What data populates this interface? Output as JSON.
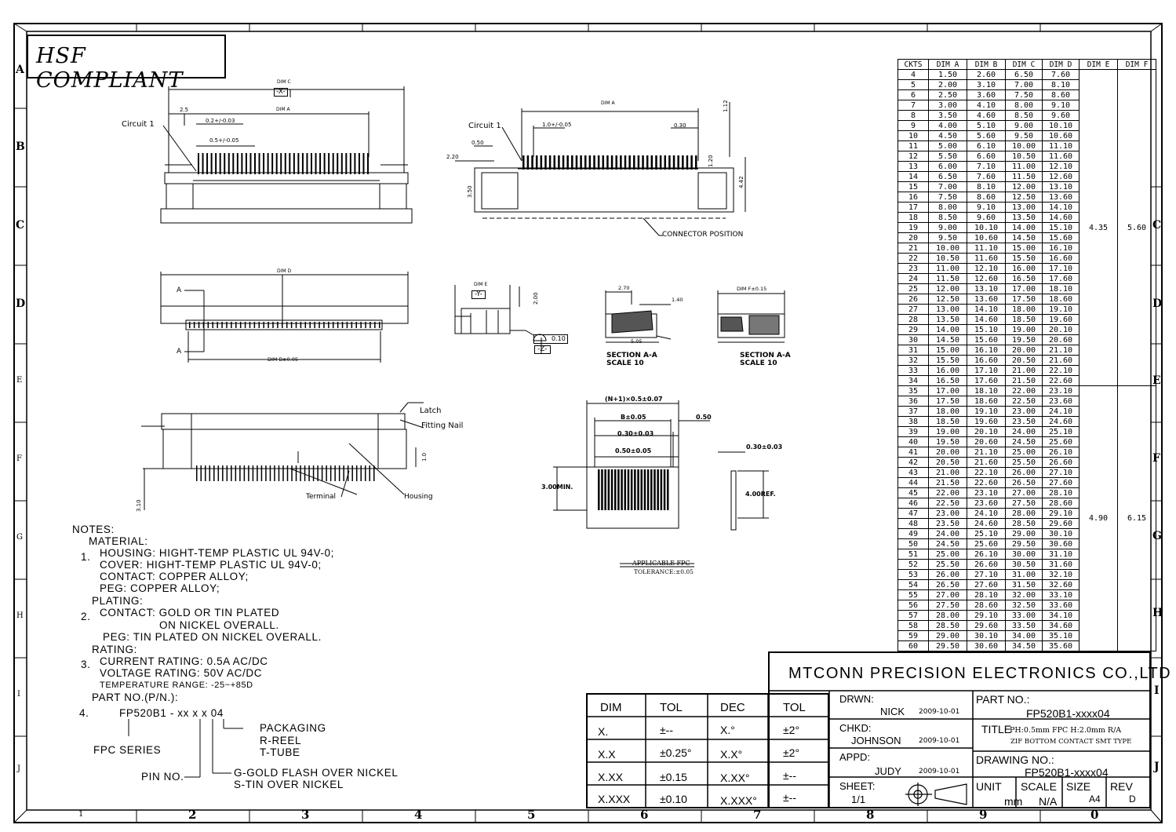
{
  "border": {
    "row_letters_left": [
      "A",
      "B",
      "C",
      "D",
      "E",
      "F",
      "G",
      "H",
      "I",
      "J"
    ],
    "row_letters_right": [
      "C",
      "D",
      "E",
      "F",
      "G",
      "H",
      "I",
      "J"
    ],
    "col_numbers_bottom": [
      "1",
      "2",
      "3",
      "4",
      "5",
      "6",
      "7",
      "8",
      "9",
      "0"
    ]
  },
  "hsf": {
    "label": "HSF COMPLIANT"
  },
  "views": {
    "front": {
      "dim_c": "DIM C",
      "x_ref": "-X-",
      "dim_a": "DIM A",
      "d25": "2.5",
      "circuit": "Circuit 1",
      "pitch_tol": "0.2+/-0.03",
      "pitch": "0.5+/-0.05"
    },
    "side": {
      "dim_a": "DIM A",
      "circuit": "Circuit 1",
      "tol1": "1.0+/-0.05",
      "d050": "0.50",
      "d030": "0.30",
      "d220": "2.20",
      "d112": "1.12",
      "d120": "1.20",
      "d350": "3.50",
      "d442": "4.42",
      "connector_position": "CONNECTOR POSITION"
    },
    "top": {
      "dim_d": "DIM D",
      "a1": "A",
      "a2": "A",
      "dim_b": "DIM B±0.05"
    },
    "small": {
      "dim_e": "DIM E",
      "y_ref": "-Y-",
      "d200": "2.00",
      "flat": "0.10",
      "z_ref": "-Z-"
    },
    "sectionA": {
      "d270": "2.70",
      "d140": "1.40",
      "d505": "5.05",
      "title": "SECTION A-A",
      "scale": "SCALE  10"
    },
    "sectionB": {
      "dimf": "DIM F±0.15",
      "title": "SECTION A-A",
      "scale": "SCALE  10"
    },
    "bottom": {
      "latch": "Latch",
      "fitting": "Fitting Nail",
      "terminal": "Terminal",
      "housing": "Housing",
      "d10": "1.0",
      "d310": "3.10"
    },
    "fpc": {
      "n1": "(N+1)×0.5±0.07",
      "b": "B±0.05",
      "d050": "0.50",
      "d030": "0.30±0.03",
      "d0505": "0.50±0.05",
      "min": "3.00MIN.",
      "t030": "0.30±0.03",
      "ref": "4.00REF.",
      "applicable": "APPLICABLE FPC",
      "tolerance": "TOLERANCE:±0.05"
    }
  },
  "notes": {
    "title": "NOTES:",
    "lines": [
      "MATERIAL:",
      "HOUSING: HIGHT-TEMP PLASTIC UL 94V-0;",
      "COVER: HIGHT-TEMP PLASTIC UL 94V-0;",
      "CONTACT: COPPER ALLOY;",
      "PEG: COPPER ALLOY;",
      "PLATING:",
      "CONTACT: GOLD OR TIN PLATED",
      "ON NICKEL OVERALL.",
      "PEG: TIN PLATED ON NICKEL OVERALL.",
      "RATING:",
      "CURRENT RATING: 0.5A AC/DC",
      "VOLTAGE RATING: 50V AC/DC",
      "TEMPERATURE RANGE: -25~+85D",
      "PART NO.(P/N.):"
    ],
    "nums": [
      "1.",
      "2.",
      "3.",
      "4."
    ],
    "pn": "FP520B1 - xx x x 04",
    "packaging": "PACKAGING",
    "reel": "R-REEL",
    "tube": "T-TUBE",
    "fpc_series": "FPC SERIES",
    "pin_no": "PIN NO.",
    "gold": "G-GOLD FLASH OVER NICKEL",
    "tin": "S-TIN OVER NICKEL"
  },
  "dim_table": {
    "headers": [
      "CKTS",
      "DIM A",
      "DIM B",
      "DIM C",
      "DIM D",
      "DIM E",
      "DIM F"
    ],
    "rows": [
      [
        "4",
        "1.50",
        "2.60",
        "6.50",
        "7.60"
      ],
      [
        "5",
        "2.00",
        "3.10",
        "7.00",
        "8.10"
      ],
      [
        "6",
        "2.50",
        "3.60",
        "7.50",
        "8.60"
      ],
      [
        "7",
        "3.00",
        "4.10",
        "8.00",
        "9.10"
      ],
      [
        "8",
        "3.50",
        "4.60",
        "8.50",
        "9.60"
      ],
      [
        "9",
        "4.00",
        "5.10",
        "9.00",
        "10.10"
      ],
      [
        "10",
        "4.50",
        "5.60",
        "9.50",
        "10.60"
      ],
      [
        "11",
        "5.00",
        "6.10",
        "10.00",
        "11.10"
      ],
      [
        "12",
        "5.50",
        "6.60",
        "10.50",
        "11.60"
      ],
      [
        "13",
        "6.00",
        "7.10",
        "11.00",
        "12.10"
      ],
      [
        "14",
        "6.50",
        "7.60",
        "11.50",
        "12.60"
      ],
      [
        "15",
        "7.00",
        "8.10",
        "12.00",
        "13.10"
      ],
      [
        "16",
        "7.50",
        "8.60",
        "12.50",
        "13.60"
      ],
      [
        "17",
        "8.00",
        "9.10",
        "13.00",
        "14.10"
      ],
      [
        "18",
        "8.50",
        "9.60",
        "13.50",
        "14.60"
      ],
      [
        "19",
        "9.00",
        "10.10",
        "14.00",
        "15.10"
      ],
      [
        "20",
        "9.50",
        "10.60",
        "14.50",
        "15.60"
      ],
      [
        "21",
        "10.00",
        "11.10",
        "15.00",
        "16.10"
      ],
      [
        "22",
        "10.50",
        "11.60",
        "15.50",
        "16.60"
      ],
      [
        "23",
        "11.00",
        "12.10",
        "16.00",
        "17.10"
      ],
      [
        "24",
        "11.50",
        "12.60",
        "16.50",
        "17.60"
      ],
      [
        "25",
        "12.00",
        "13.10",
        "17.00",
        "18.10"
      ],
      [
        "26",
        "12.50",
        "13.60",
        "17.50",
        "18.60"
      ],
      [
        "27",
        "13.00",
        "14.10",
        "18.00",
        "19.10"
      ],
      [
        "28",
        "13.50",
        "14.60",
        "18.50",
        "19.60"
      ],
      [
        "29",
        "14.00",
        "15.10",
        "19.00",
        "20.10"
      ],
      [
        "30",
        "14.50",
        "15.60",
        "19.50",
        "20.60"
      ],
      [
        "31",
        "15.00",
        "16.10",
        "20.00",
        "21.10"
      ],
      [
        "32",
        "15.50",
        "16.60",
        "20.50",
        "21.60"
      ],
      [
        "33",
        "16.00",
        "17.10",
        "21.00",
        "22.10"
      ],
      [
        "34",
        "16.50",
        "17.60",
        "21.50",
        "22.60"
      ],
      [
        "35",
        "17.00",
        "18.10",
        "22.00",
        "23.10"
      ],
      [
        "36",
        "17.50",
        "18.60",
        "22.50",
        "23.60"
      ],
      [
        "37",
        "18.00",
        "19.10",
        "23.00",
        "24.10"
      ],
      [
        "38",
        "18.50",
        "19.60",
        "23.50",
        "24.60"
      ],
      [
        "39",
        "19.00",
        "20.10",
        "24.00",
        "25.10"
      ],
      [
        "40",
        "19.50",
        "20.60",
        "24.50",
        "25.60"
      ],
      [
        "41",
        "20.00",
        "21.10",
        "25.00",
        "26.10"
      ],
      [
        "42",
        "20.50",
        "21.60",
        "25.50",
        "26.60"
      ],
      [
        "43",
        "21.00",
        "22.10",
        "26.00",
        "27.10"
      ],
      [
        "44",
        "21.50",
        "22.60",
        "26.50",
        "27.60"
      ],
      [
        "45",
        "22.00",
        "23.10",
        "27.00",
        "28.10"
      ],
      [
        "46",
        "22.50",
        "23.60",
        "27.50",
        "28.60"
      ],
      [
        "47",
        "23.00",
        "24.10",
        "28.00",
        "29.10"
      ],
      [
        "48",
        "23.50",
        "24.60",
        "28.50",
        "29.60"
      ],
      [
        "49",
        "24.00",
        "25.10",
        "29.00",
        "30.10"
      ],
      [
        "50",
        "24.50",
        "25.60",
        "29.50",
        "30.60"
      ],
      [
        "51",
        "25.00",
        "26.10",
        "30.00",
        "31.10"
      ],
      [
        "52",
        "25.50",
        "26.60",
        "30.50",
        "31.60"
      ],
      [
        "53",
        "26.00",
        "27.10",
        "31.00",
        "32.10"
      ],
      [
        "54",
        "26.50",
        "27.60",
        "31.50",
        "32.60"
      ],
      [
        "55",
        "27.00",
        "28.10",
        "32.00",
        "33.10"
      ],
      [
        "56",
        "27.50",
        "28.60",
        "32.50",
        "33.60"
      ],
      [
        "57",
        "28.00",
        "29.10",
        "33.00",
        "34.10"
      ],
      [
        "58",
        "28.50",
        "29.60",
        "33.50",
        "34.60"
      ],
      [
        "59",
        "29.00",
        "30.10",
        "34.00",
        "35.10"
      ],
      [
        "60",
        "29.50",
        "30.60",
        "34.50",
        "35.60"
      ]
    ],
    "group1": {
      "dim_e": "4.35",
      "dim_f": "5.60"
    },
    "group2": {
      "dim_e": "4.90",
      "dim_f": "6.15"
    }
  },
  "tolerance_table": {
    "headers": [
      "DIM",
      "TOL",
      "DEC",
      "TOL"
    ],
    "rows": [
      [
        "X.",
        "±--",
        "X.°",
        "±2°"
      ],
      [
        "X.X",
        "±0.25°",
        "X.X°",
        "±2°"
      ],
      [
        "X.XX",
        "±0.15",
        "X.XX°",
        "±--"
      ],
      [
        "X.XXX",
        "±0.10",
        "X.XXX°",
        "±--"
      ]
    ]
  },
  "title_block": {
    "company": "MTCONN PRECISION ELECTRONICS CO.,LTD",
    "drwn_label": "DRWN:",
    "drwn_name": "NICK",
    "drwn_date": "2009-10-01",
    "chkd_label": "CHKD:",
    "chkd_name": "JOHNSON",
    "chkd_date": "2009-10-01",
    "appd_label": "APPD:",
    "appd_name": "JUDY",
    "appd_date": "2009-10-01",
    "sheet_label": "SHEET:",
    "sheet_value": "1/1",
    "part_label": "PART NO.:",
    "part_value": "FP520B1-xxxx04",
    "title_label": "TITLE",
    "title_line1": "PH:0.5mm FPC H:2.0mm R/A",
    "title_line2": "ZIF BOTTOM CONTACT SMT TYPE",
    "drawing_label": "DRAWING NO.:",
    "drawing_value": "FP520B1-xxxx04",
    "unit_label": "UNIT",
    "unit_value": "mm",
    "scale_label": "SCALE",
    "scale_value": "N/A",
    "size_label": "SIZE",
    "size_value": "A4",
    "rev_label": "REV",
    "rev_value": "D"
  }
}
